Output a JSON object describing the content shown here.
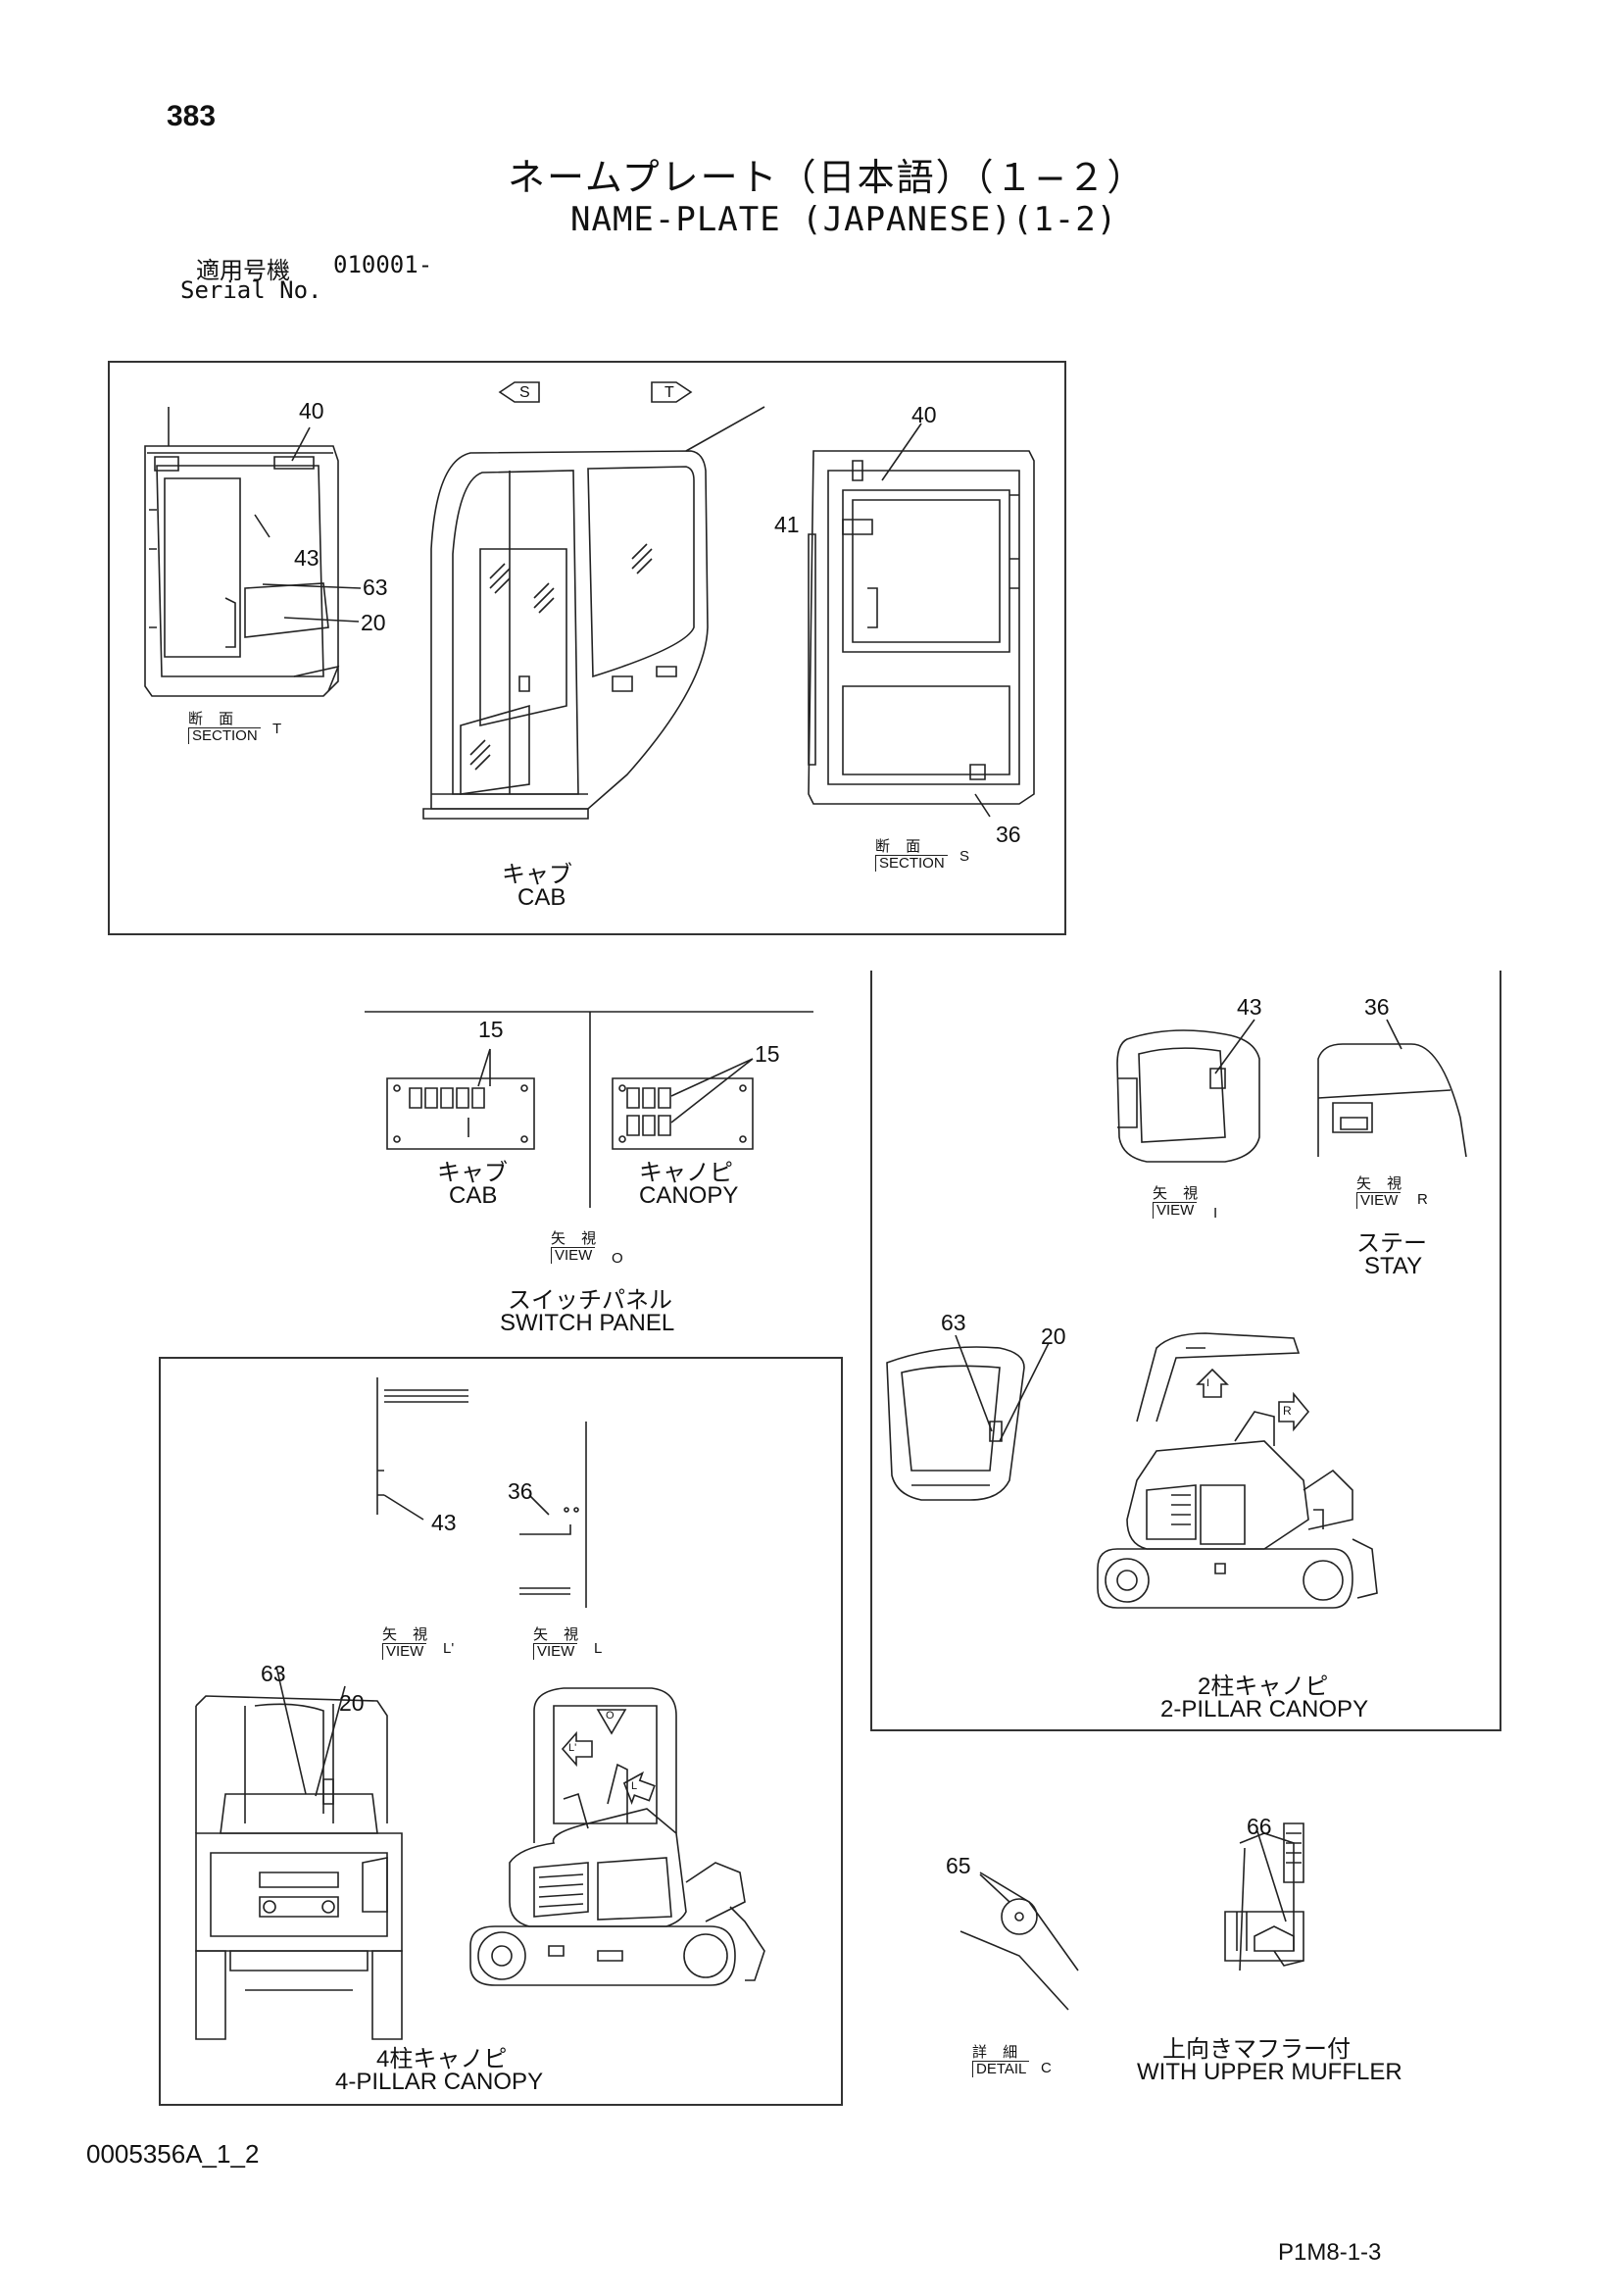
{
  "header": {
    "page_number": "383",
    "title_jp": "ネームプレート（日本語）（１−２）",
    "title_en": "NAME-PLATE (JAPANESE)(1-2)",
    "serial_label_jp": "適用号機",
    "serial_value": "010001-",
    "serial_label_en": "Serial No."
  },
  "cab_panel": {
    "section_t": {
      "jp": "断 面",
      "en": "SECTION",
      "suffix": "T"
    },
    "section_s": {
      "jp": "断 面",
      "en": "SECTION",
      "suffix": "S"
    },
    "arrow_s": "S",
    "arrow_t": "T",
    "callouts": [
      "40",
      "43",
      "63",
      "20",
      "40",
      "41",
      "36"
    ],
    "label_jp": "キャブ",
    "label_en": "CAB"
  },
  "switch_panel": {
    "cab_callout": "15",
    "canopy_callout": "15",
    "cab_jp": "キャブ",
    "cab_en": "CAB",
    "canopy_jp": "キャノピ",
    "canopy_en": "CANOPY",
    "view": {
      "jp": "矢 視",
      "en": "VIEW",
      "suffix": "O"
    },
    "label_jp": "スイッチパネル",
    "label_en": "SWITCH PANEL"
  },
  "two_pillar_panel": {
    "callouts": [
      "43",
      "36",
      "63",
      "20"
    ],
    "view_i": {
      "jp": "矢 視",
      "en": "VIEW",
      "suffix": "I"
    },
    "view_r": {
      "jp": "矢 視",
      "en": "VIEW",
      "suffix": "R"
    },
    "stay_jp": "ステー",
    "stay_en": "STAY",
    "arrow_i": "I",
    "arrow_r": "R",
    "label_jp": "2柱キャノピ",
    "label_en": "2-PILLAR CANOPY"
  },
  "four_pillar_panel": {
    "callouts": [
      "43",
      "36",
      "63",
      "20"
    ],
    "view_l1": {
      "jp": "矢 視",
      "en": "VIEW",
      "suffix": "L'"
    },
    "view_l": {
      "jp": "矢 視",
      "en": "VIEW",
      "suffix": "L"
    },
    "arrow_o": "O",
    "arrow_l1": "L'",
    "arrow_l": "L",
    "label_jp": "4柱キャノピ",
    "label_en": "4-PILLAR  CANOPY"
  },
  "muffler": {
    "callouts": [
      "65",
      "66"
    ],
    "detail": {
      "jp": "詳 細",
      "en": "DETAIL",
      "suffix": "C"
    },
    "label_jp": "上向きマフラー付",
    "label_en": "WITH  UPPER  MUFFLER"
  },
  "footer": {
    "drawing_id": "0005356A_1_2",
    "page_code": "P1M8-1-3"
  }
}
